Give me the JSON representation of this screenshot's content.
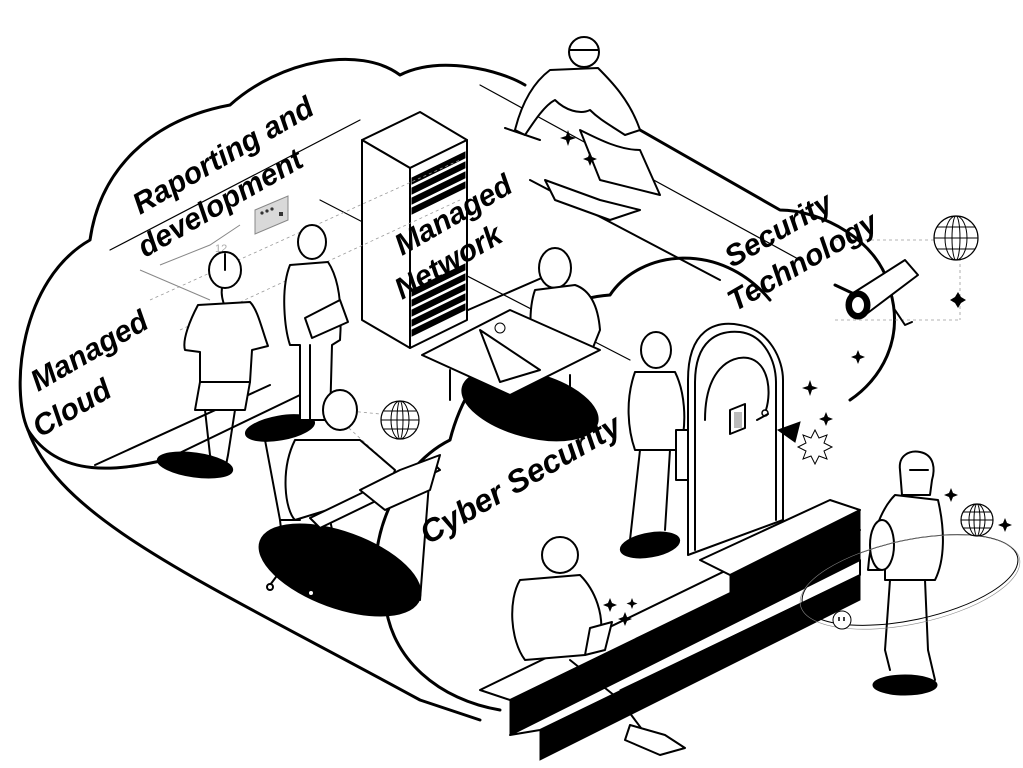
{
  "illustration": {
    "title": "IT services cloud",
    "labels": {
      "reporting": [
        "Raporting and",
        "development"
      ],
      "managed_network": [
        "Managed",
        "Network"
      ],
      "security_technology": [
        "Security",
        "Technology"
      ],
      "managed_cloud": [
        "Managed",
        "Cloud"
      ],
      "cyber_security": "Cyber Security"
    },
    "colors": {
      "line": "#000000",
      "background": "#ffffff",
      "panel": "#d9d9d9"
    },
    "icons": [
      "globe-icon",
      "security-camera-icon",
      "server-rack-icon",
      "keypad-lock-icon",
      "sparkle-icon",
      "smiley-icon",
      "laptop-icon"
    ]
  }
}
